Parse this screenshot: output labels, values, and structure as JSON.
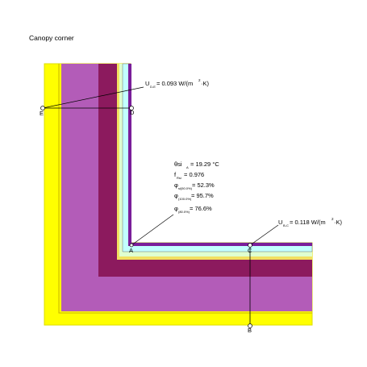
{
  "title": "Canopy corner",
  "colors": {
    "outer_yellow": "#ffff00",
    "outer_edge": "#dede00",
    "violet": "#b35cb8",
    "maroon": "#8c1a5e",
    "light_gold": "#f2e060",
    "pale_green": "#dfffd0",
    "light_cyan": "#c2ffff",
    "inner_violet": "#7a1e9a"
  },
  "points": {
    "A": "A",
    "B": "B",
    "C": "C",
    "D": "D",
    "E": "E"
  },
  "u_ed": {
    "symbol": "U",
    "sub": "D-E",
    "value": "= 0.093 W/(m",
    "sup": "2",
    "unit_end": "·K)"
  },
  "u_bc": {
    "symbol": "U",
    "sub": "B-C",
    "value": "= 0.118 W/(m",
    "sup": "2",
    "unit_end": "·K)"
  },
  "results": {
    "theta": {
      "symbol": "θsi",
      "sub": "A",
      "value": "= 19.29 °C"
    },
    "frsi": {
      "symbol": "f",
      "sub": "Rsi",
      "value": "= 0.976"
    },
    "phi1": {
      "symbol": "φ",
      "sub": "si(50.0%)",
      "value": "= 52.3%"
    },
    "phi2": {
      "symbol": "φ",
      "sub": "(100.0%)",
      "value": "= 95.7%"
    },
    "phi3": {
      "symbol": "φ",
      "sub": "(80.0%)",
      "value": "= 76.6%"
    }
  }
}
